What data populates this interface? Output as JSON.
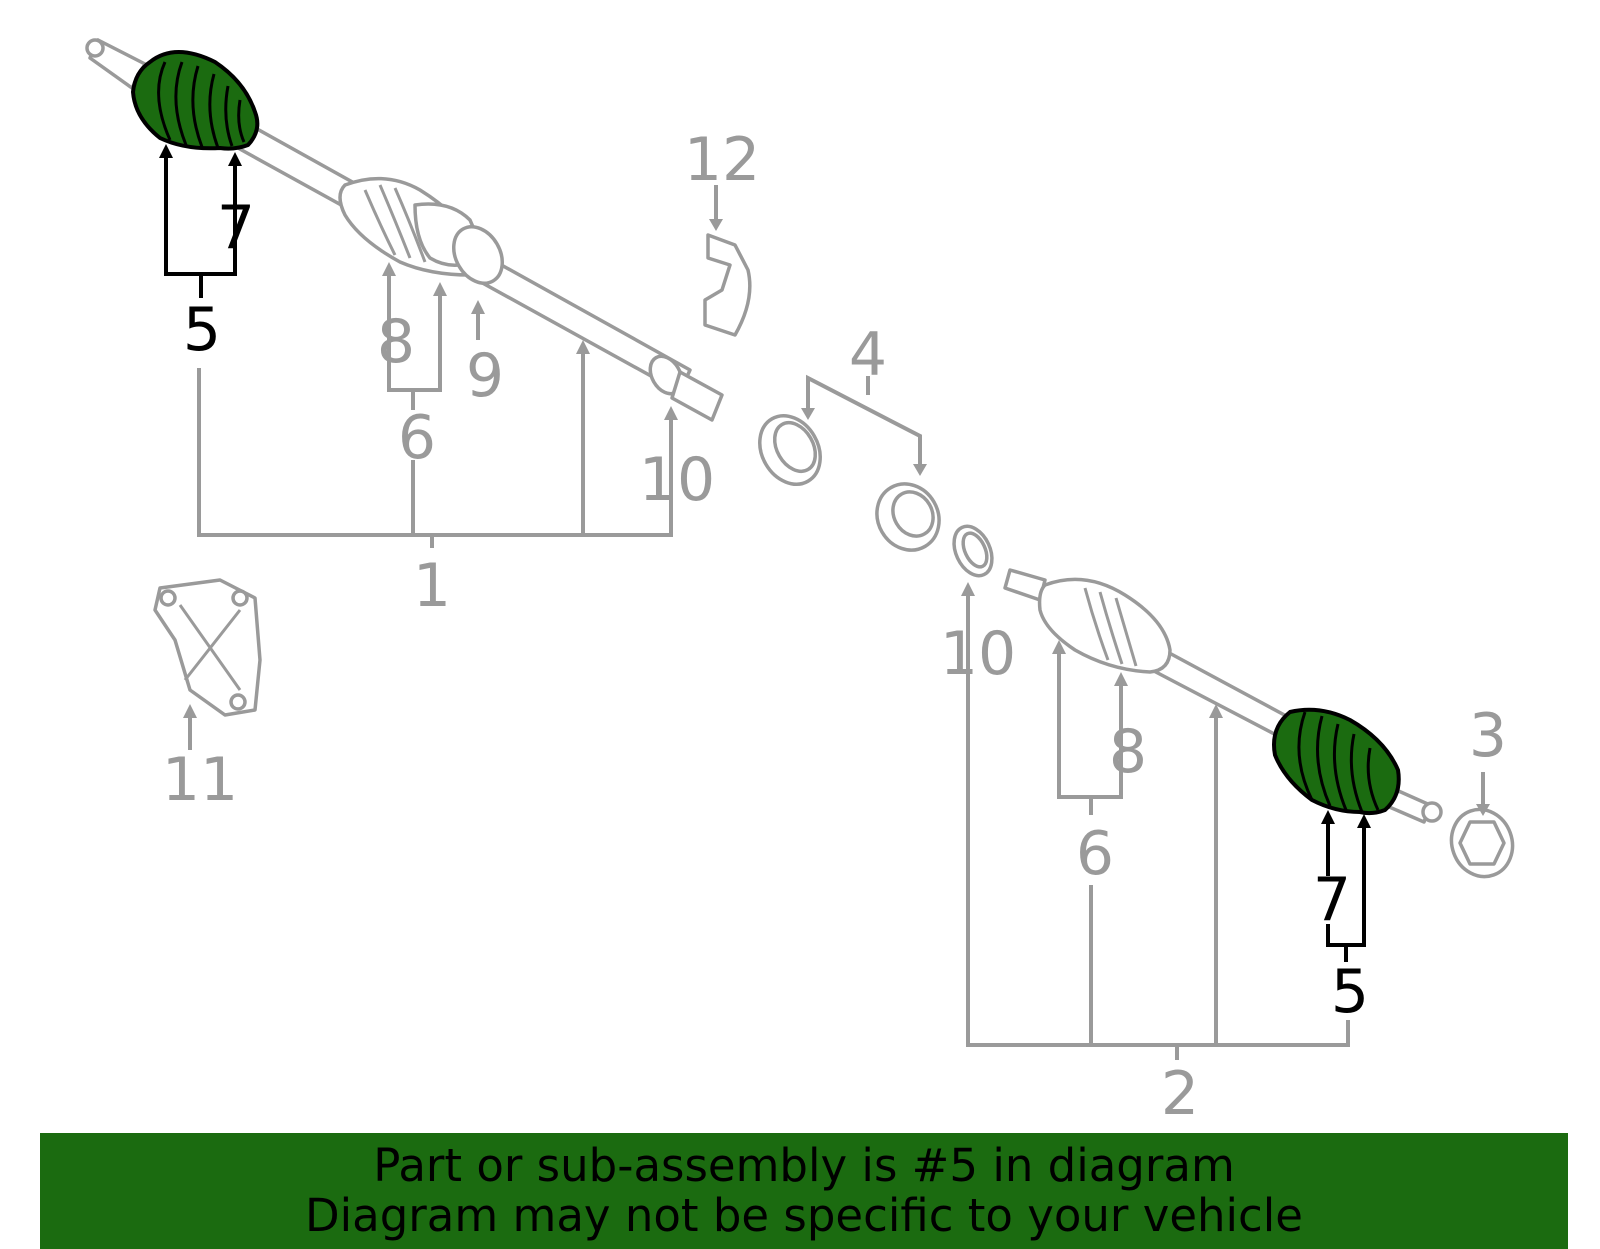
{
  "colors": {
    "highlight": "#1b6b10",
    "part_outline": "#9a9a9a",
    "highlight_outline": "#000000",
    "banner_background": "#1b6b10"
  },
  "callouts": {
    "label_1": "1",
    "label_2": "2",
    "label_3": "3",
    "label_4": "4",
    "upper_5": "5",
    "upper_6": "6",
    "upper_7": "7",
    "upper_8": "8",
    "label_9": "9",
    "upper_10": "10",
    "label_11": "11",
    "label_12": "12",
    "lower_5": "5",
    "lower_6": "6",
    "lower_7": "7",
    "lower_8": "8",
    "lower_10": "10"
  },
  "banner": {
    "line1": "Part or sub-assembly is #5 in diagram",
    "line2": "Diagram may not be specific to your vehicle"
  }
}
